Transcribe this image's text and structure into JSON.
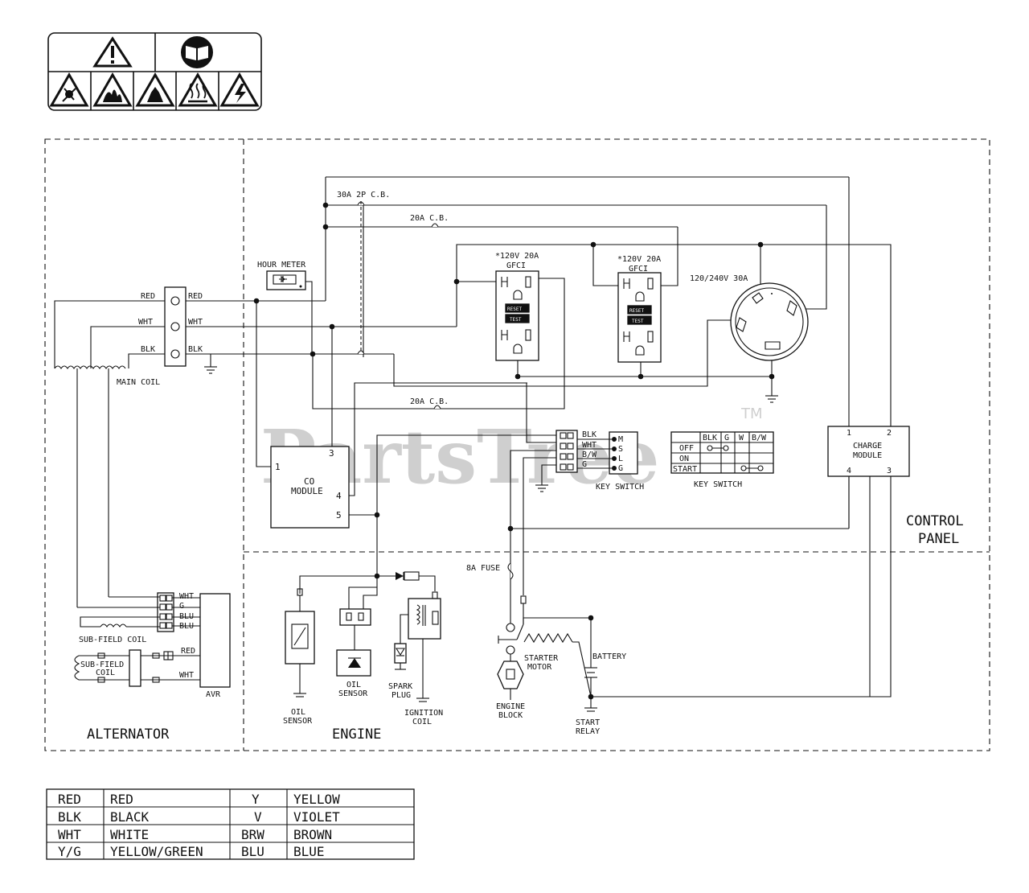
{
  "sections": {
    "alternator": "ALTERNATOR",
    "engine": "ENGINE",
    "control_panel_1": "CONTROL",
    "control_panel_2": "PANEL"
  },
  "watermark": {
    "brand": "PartsTree",
    "tm": "TM"
  },
  "warning_icons": [
    "warning-triangle-icon",
    "read-manual-icon",
    "chemical-hazard-icon",
    "fire-hazard-icon",
    "explosion-hazard-icon",
    "hot-surface-icon",
    "electric-shock-icon"
  ],
  "labels": {
    "cb_30a": "30A 2P C.B.",
    "cb_20a_top": "20A C.B.",
    "cb_20a_bottom": "20A C.B.",
    "hour_meter": "HOUR METER",
    "gfci1_rating": "*120V 20A",
    "gfci1_name": "GFCI",
    "gfci2_rating": "*120V 20A",
    "gfci2_name": "GFCI",
    "twistlock": "120/240V 30A",
    "gfci_reset": "RESET",
    "gfci_test": "TEST",
    "term_red_l": "RED",
    "term_red_r": "RED",
    "term_wht_l": "WHT",
    "term_wht_r": "WHT",
    "term_blk_l": "BLK",
    "term_blk_r": "BLK",
    "main_coil": "MAIN COIL",
    "co_module_1": "CO",
    "co_module_2": "MODULE",
    "co_pin1": "1",
    "co_pin3": "3",
    "co_pin4": "4",
    "co_pin5": "5",
    "ks_blk": "BLK",
    "ks_wht": "WHT",
    "ks_bw": "B/W",
    "ks_g": "G",
    "ks_m": "M",
    "ks_s": "S",
    "ks_l": "L",
    "ks_gnd": "G",
    "key_switch_1": "KEY SWITCH",
    "key_switch_2": "KEY SWITCH",
    "charge_1": "CHARGE",
    "charge_2": "MODULE",
    "ch_pin1": "1",
    "ch_pin2": "2",
    "ch_pin3": "3",
    "ch_pin4": "4",
    "fuse_8a": "8A FUSE",
    "avr_wht1": "WHT",
    "avr_g": "G",
    "avr_blu1": "BLU",
    "avr_blu2": "BLU",
    "avr_red": "RED",
    "avr_wht2": "WHT",
    "avr": "AVR",
    "sub_field_coil_1": "SUB-FIELD COIL",
    "sub_field_coil_2a": "SUB-FIELD",
    "sub_field_coil_2b": "COIL",
    "oil_sensor_1a": "OIL",
    "oil_sensor_1b": "SENSOR",
    "oil_sensor_2a": "OIL",
    "oil_sensor_2b": "SENSOR",
    "spark_a": "SPARK",
    "spark_b": "PLUG",
    "ign_a": "IGNITION",
    "ign_b": "COIL",
    "starter_a": "STARTER",
    "starter_b": "MOTOR",
    "engine_block_a": "ENGINE",
    "engine_block_b": "BLOCK",
    "battery": "BATTERY",
    "relay_a": "START",
    "relay_b": "RELAY"
  },
  "key_switch_table": {
    "headers": [
      "",
      "BLK",
      "G",
      "W",
      "B/W"
    ],
    "rows": [
      "OFF",
      "ON",
      "START"
    ]
  },
  "color_legend": [
    [
      "RED",
      "RED",
      "Y",
      "YELLOW"
    ],
    [
      "BLK",
      "BLACK",
      "V",
      "VIOLET"
    ],
    [
      "WHT",
      "WHITE",
      "BRW",
      "BROWN"
    ],
    [
      "Y/G",
      "YELLOW/GREEN",
      "BLU",
      "BLUE"
    ]
  ]
}
